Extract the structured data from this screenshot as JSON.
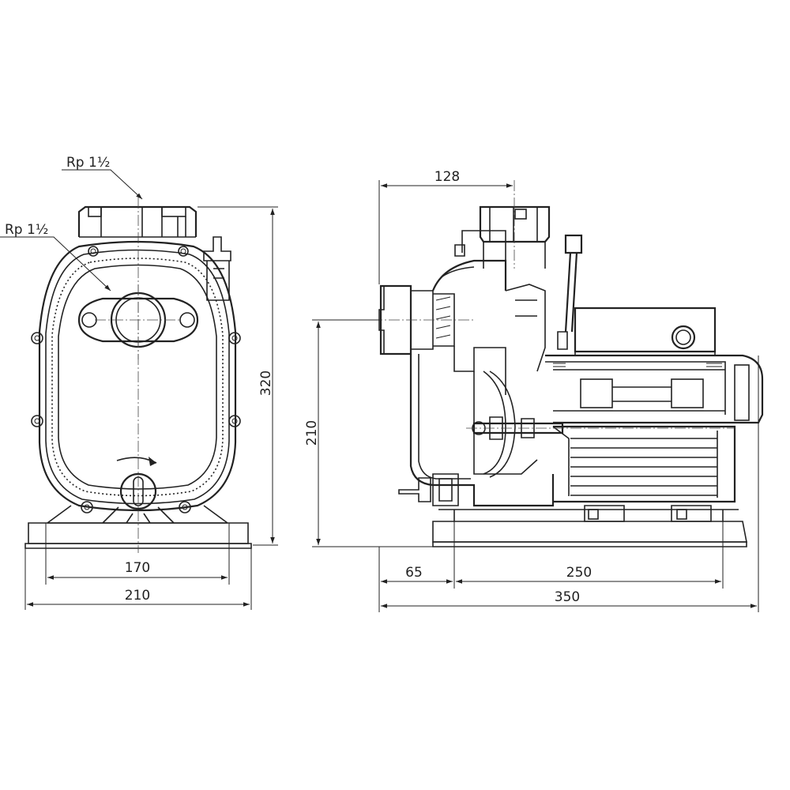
{
  "front_view": {
    "discharge_thread": "Rp 1½",
    "suction_thread": "Rp 1½",
    "height": "320",
    "foot_hole_spacing": "170",
    "base_width": "210"
  },
  "side_view": {
    "discharge_offset": "128",
    "suction_height": "210",
    "offset_65": "65",
    "foot_spacing": "250",
    "overall_length": "350"
  }
}
